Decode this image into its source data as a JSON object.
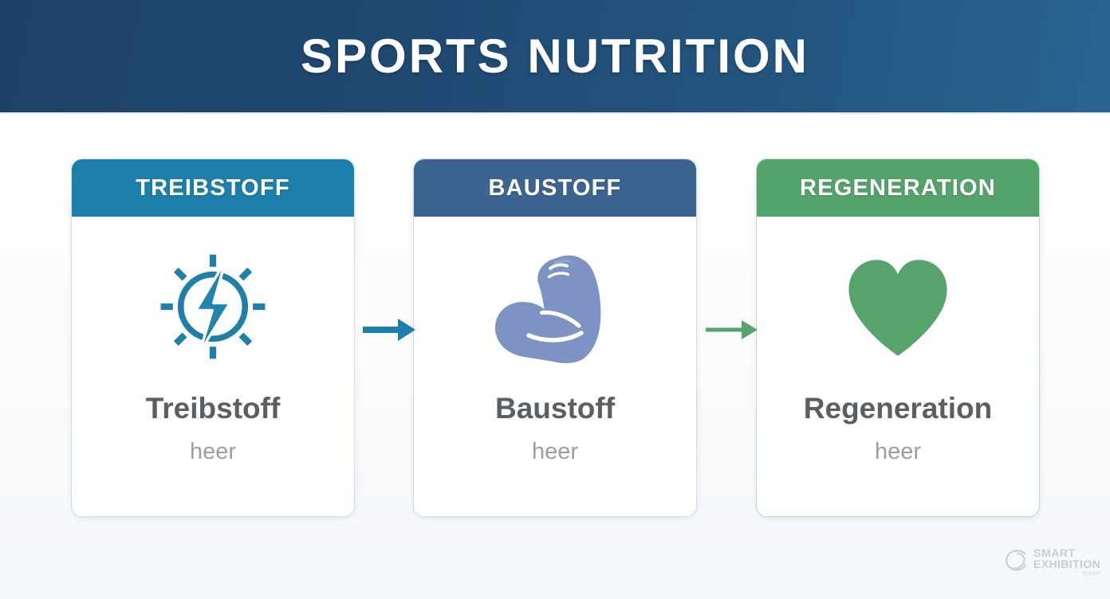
{
  "header": {
    "title": "SPORTS NUTRITION",
    "background_start": "#1d4269",
    "background_end": "#2a6490"
  },
  "cards": [
    {
      "header_label": "TREIBSTOFF",
      "header_color": "#1d7fab",
      "border_color": "#cfe2ee",
      "icon": "energy-bolt-icon",
      "icon_color": "#1f7fa8",
      "title": "Treibstoff",
      "subtitle": "heer"
    },
    {
      "header_label": "BAUSTOFF",
      "header_color": "#3c6490",
      "border_color": "#cfdced",
      "icon": "flexed-bicep-icon",
      "icon_color": "#7d93c4",
      "title": "Baustoff",
      "subtitle": "heer"
    },
    {
      "header_label": "REGENERATION",
      "header_color": "#54a36a",
      "border_color": "#bedcc2",
      "icon": "heart-icon",
      "icon_color": "#56a36c",
      "title": "Regeneration",
      "subtitle": "heer"
    }
  ],
  "arrows": [
    {
      "name": "arrow-right-icon",
      "color": "#1d7fab"
    },
    {
      "name": "arrow-right-icon",
      "color": "#56a36c"
    }
  ],
  "watermark": {
    "line1": "SMART",
    "line2": "EXHIBITION",
    "line3": "GmbH",
    "color": "#8d9197"
  }
}
